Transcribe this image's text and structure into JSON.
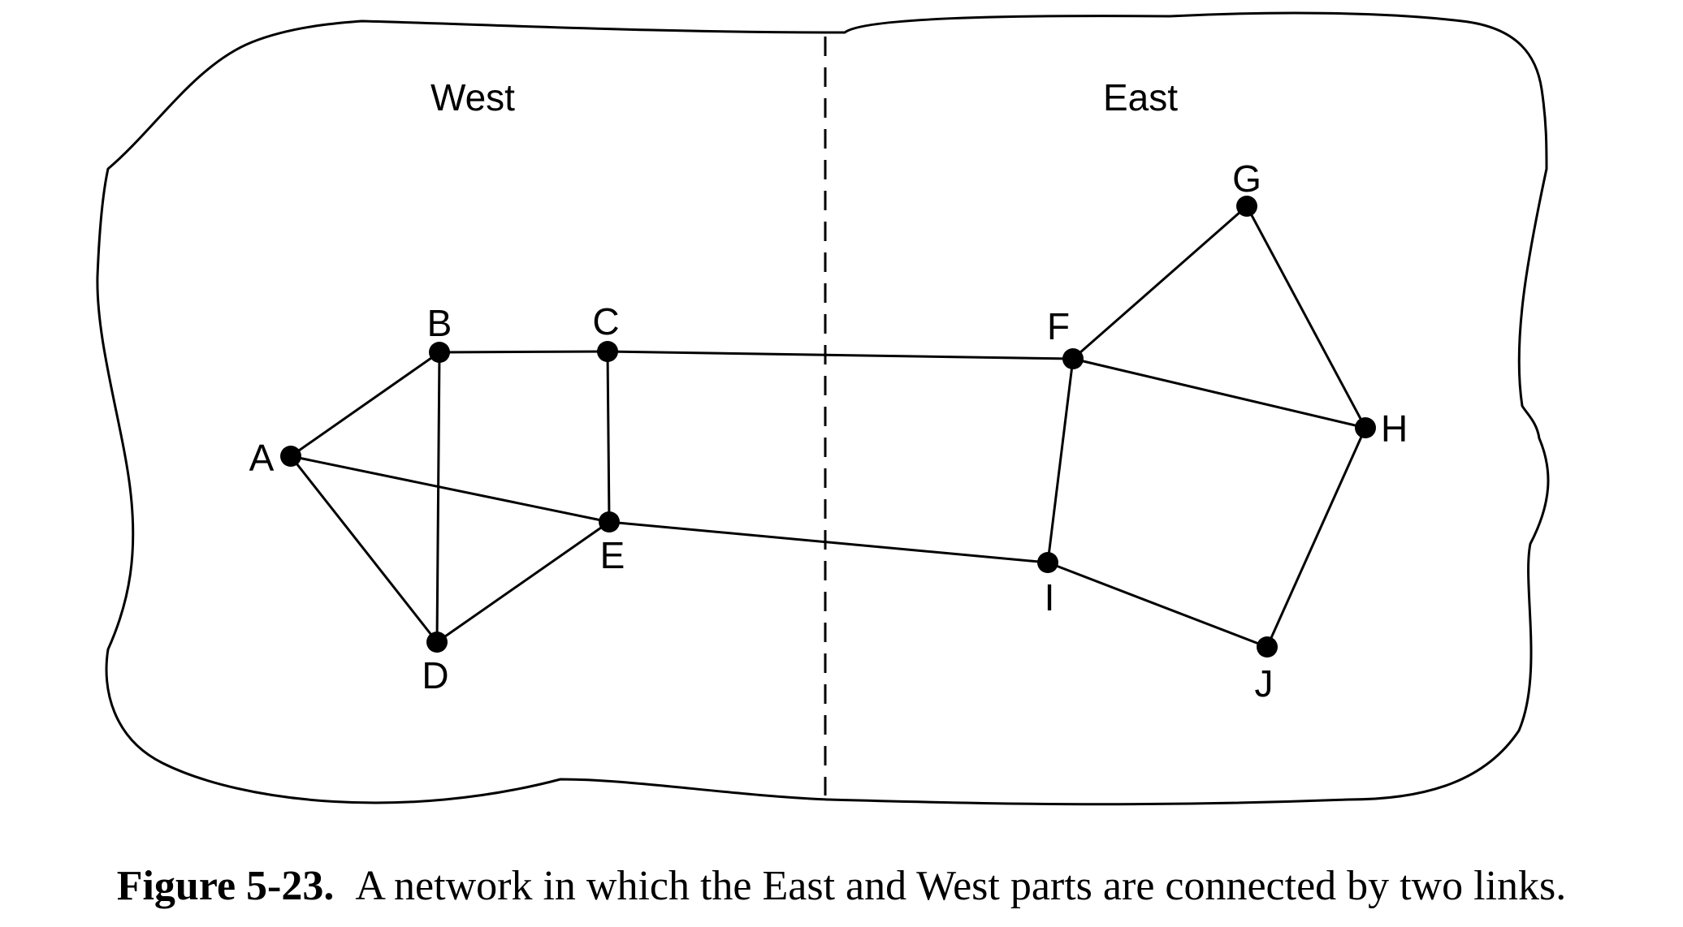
{
  "regions": {
    "west": "West",
    "east": "East"
  },
  "nodes": [
    {
      "id": "A",
      "label": "A"
    },
    {
      "id": "B",
      "label": "B"
    },
    {
      "id": "C",
      "label": "C"
    },
    {
      "id": "D",
      "label": "D"
    },
    {
      "id": "E",
      "label": "E"
    },
    {
      "id": "F",
      "label": "F"
    },
    {
      "id": "G",
      "label": "G"
    },
    {
      "id": "H",
      "label": "H"
    },
    {
      "id": "I",
      "label": "I"
    },
    {
      "id": "J",
      "label": "J"
    }
  ],
  "edges": [
    [
      "A",
      "B"
    ],
    [
      "A",
      "D"
    ],
    [
      "A",
      "E"
    ],
    [
      "B",
      "C"
    ],
    [
      "B",
      "D"
    ],
    [
      "C",
      "E"
    ],
    [
      "D",
      "E"
    ],
    [
      "C",
      "F"
    ],
    [
      "E",
      "I"
    ],
    [
      "F",
      "G"
    ],
    [
      "F",
      "H"
    ],
    [
      "F",
      "I"
    ],
    [
      "G",
      "H"
    ],
    [
      "H",
      "J"
    ],
    [
      "I",
      "J"
    ]
  ],
  "caption": {
    "number": "Figure 5-23.",
    "text": "A network in which the East and West parts are connected by two links."
  }
}
